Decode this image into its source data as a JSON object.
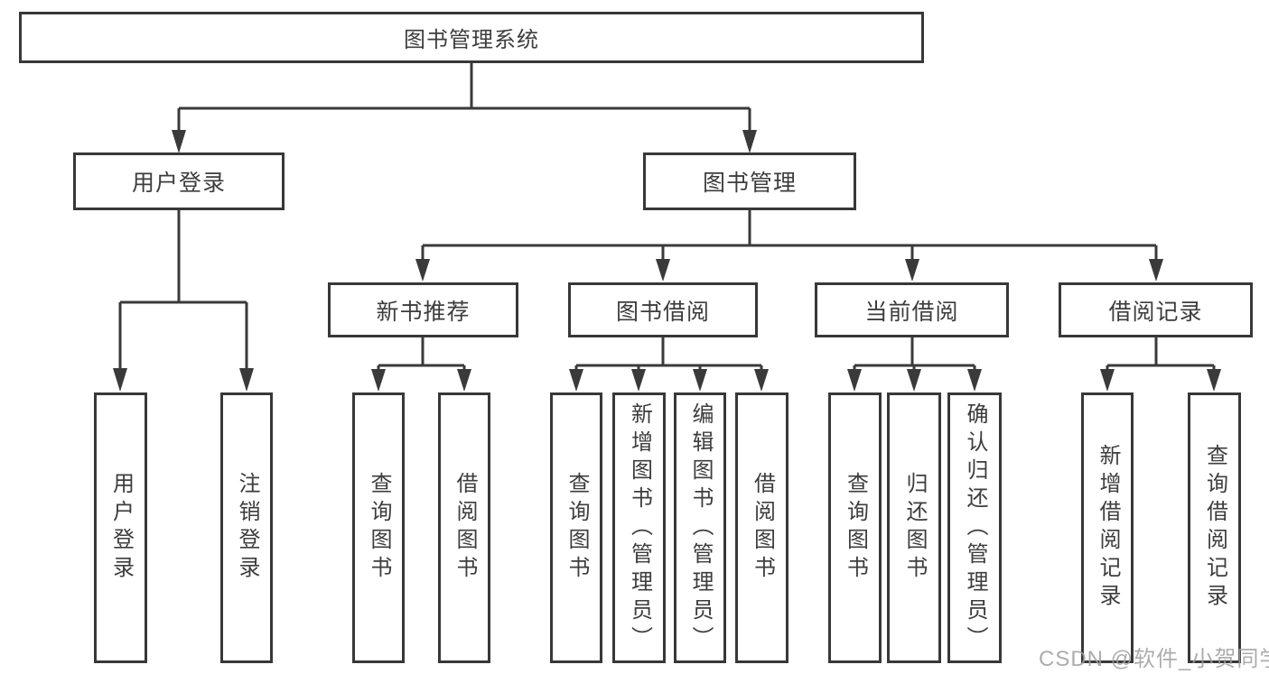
{
  "tree": {
    "root": {
      "label": "图书管理系统"
    },
    "branches": [
      {
        "label": "用户登录",
        "children": [
          {
            "label": "用户登录"
          },
          {
            "label": "注销登录"
          }
        ]
      },
      {
        "label": "图书管理",
        "children": [
          {
            "label": "新书推荐",
            "children": [
              {
                "label": "查询图书"
              },
              {
                "label": "借阅图书"
              }
            ]
          },
          {
            "label": "图书借阅",
            "children": [
              {
                "label": "查询图书"
              },
              {
                "label": "新增图书（管理员）"
              },
              {
                "label": "编辑图书（管理员）"
              },
              {
                "label": "借阅图书"
              }
            ]
          },
          {
            "label": "当前借阅",
            "children": [
              {
                "label": "查询图书"
              },
              {
                "label": "归还图书"
              },
              {
                "label": "确认归还（管理员）"
              }
            ]
          },
          {
            "label": "借阅记录",
            "children": [
              {
                "label": "新增借阅记录"
              },
              {
                "label": "查询借阅记录"
              }
            ]
          }
        ]
      }
    ]
  },
  "watermark": {
    "text": "CSDN @软件_小贺同学"
  },
  "colors": {
    "line": "#3a3a3a",
    "box_border": "#383838",
    "text": "#3d3d3d",
    "background": "#ffffff",
    "watermark": "#9e9e9e"
  }
}
